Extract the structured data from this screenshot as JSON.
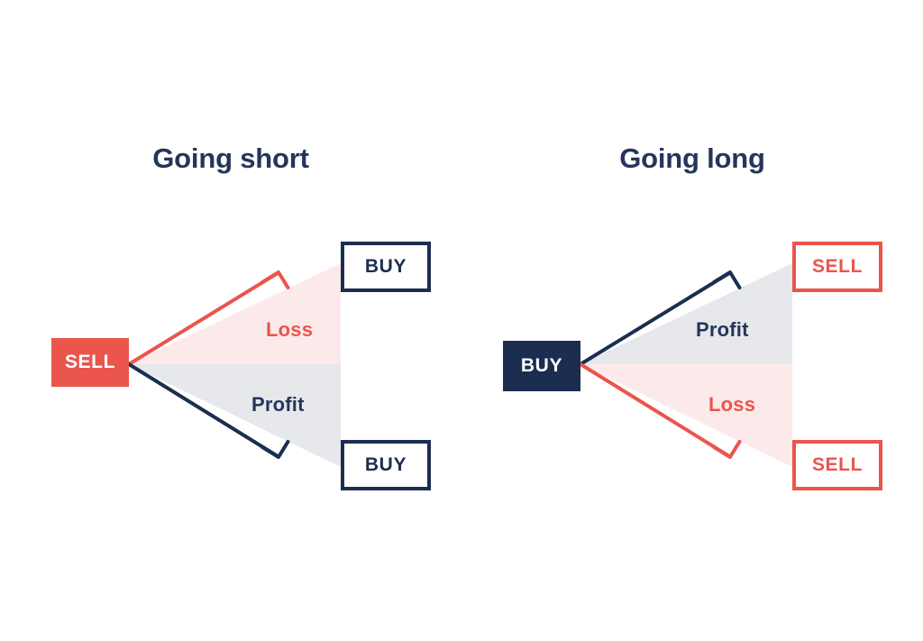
{
  "diagram": {
    "type": "concept-diagram",
    "background_color": "#FFFFFF",
    "palette": {
      "red": "#EA554C",
      "navy": "#1C2E50",
      "title_navy": "#26355B",
      "loss_fill": "#FCEAEA",
      "profit_fill": "#E6E8EC",
      "white": "#FFFFFF"
    },
    "panels": [
      {
        "id": "going-short",
        "title": "Going short",
        "source": {
          "label": "SELL",
          "style": "solid-red"
        },
        "upper": {
          "region_label": "Loss",
          "region_color": "#EA554C",
          "region_fill": "#FCEAEA",
          "arrow_color": "#EA554C",
          "target_label": "BUY",
          "target_style": "outline-navy"
        },
        "lower": {
          "region_label": "Profit",
          "region_color": "#26355B",
          "region_fill": "#E6E8EC",
          "arrow_color": "#1C2E50",
          "target_label": "BUY",
          "target_style": "outline-navy"
        }
      },
      {
        "id": "going-long",
        "title": "Going long",
        "source": {
          "label": "BUY",
          "style": "solid-navy"
        },
        "upper": {
          "region_label": "Profit",
          "region_color": "#26355B",
          "region_fill": "#E6E8EC",
          "arrow_color": "#1C2E50",
          "target_label": "SELL",
          "target_style": "outline-red"
        },
        "lower": {
          "region_label": "Loss",
          "region_color": "#EA554C",
          "region_fill": "#FCEAEA",
          "arrow_color": "#EA554C",
          "target_label": "SELL",
          "target_style": "outline-red"
        }
      }
    ]
  }
}
